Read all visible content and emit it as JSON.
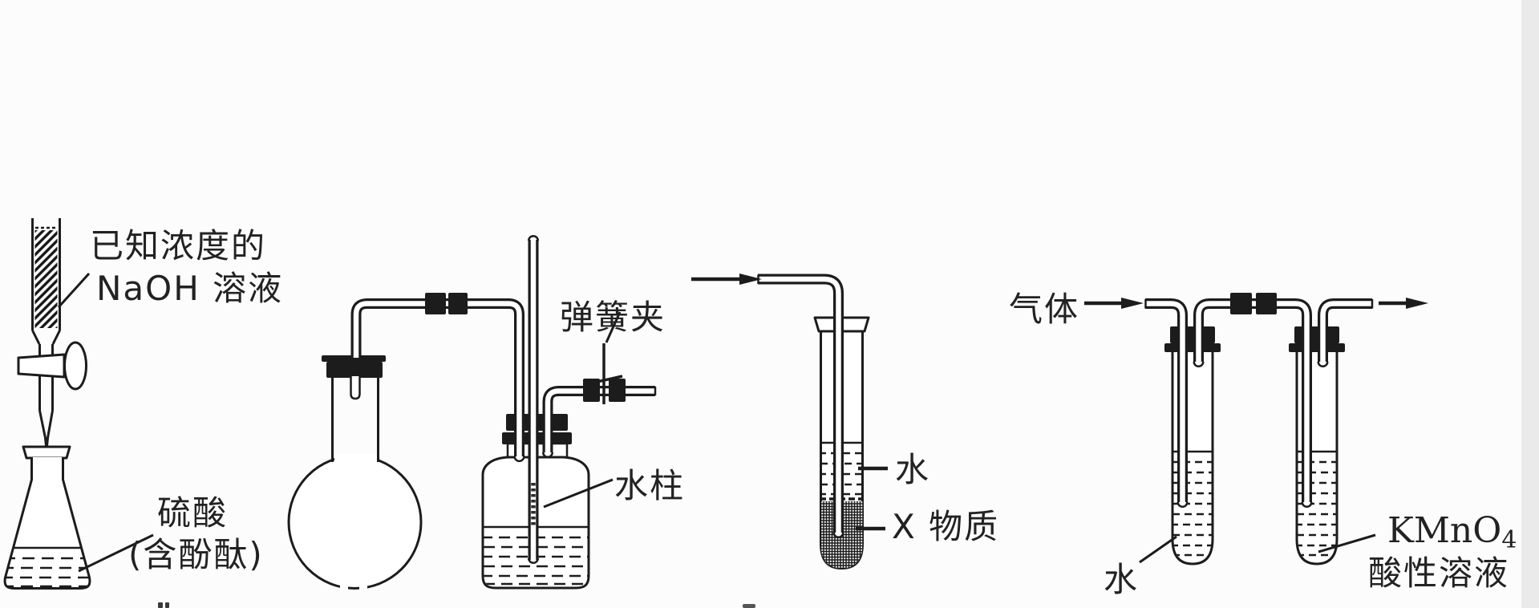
{
  "figure": {
    "colors": {
      "ink": "#1c1c1c",
      "background": "#fcfcfc",
      "edge_band": "#eaeaea"
    },
    "icons": {
      "inlet_arrow": "right-arrow",
      "outlet_arrow": "right-arrow",
      "spring_clamp": "clamp-cross"
    },
    "apparatus1": {
      "burette_label_line1": "已知浓度的",
      "burette_label_line2": "NaOH 溶液",
      "flask_label_line1": "硫酸",
      "flask_label_line2": "(含酚酞)"
    },
    "apparatus2": {
      "clamp_label": "弹簧夹",
      "water_column_label": "水柱"
    },
    "apparatus3": {
      "water_label": "水",
      "substance_label": "X 物质"
    },
    "apparatus4": {
      "gas_label": "气体",
      "water_label": "水",
      "kmno4_base": "KMnO",
      "kmno4_sub": "4",
      "kmno4_line2": "酸性溶液"
    }
  }
}
